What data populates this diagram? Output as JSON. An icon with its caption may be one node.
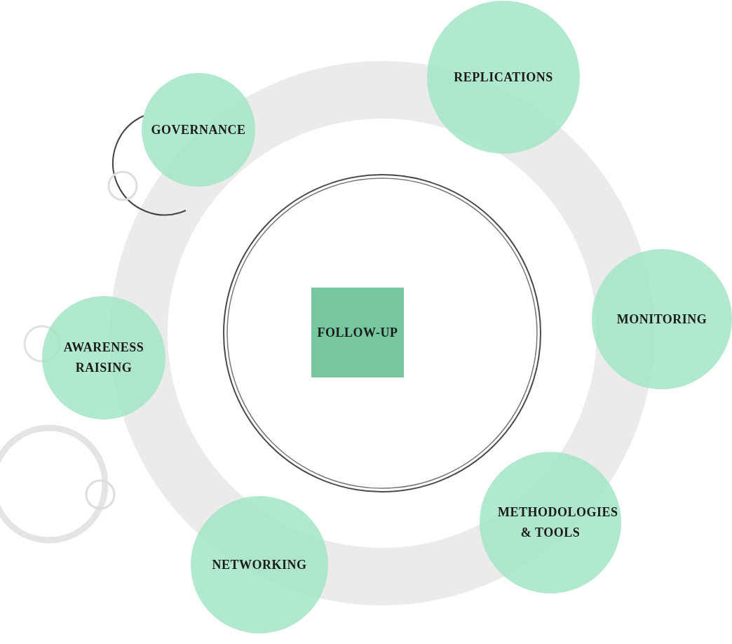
{
  "diagram": {
    "nodes": [
      {
        "text": [
          "GOVERNANCE"
        ]
      },
      {
        "text": [
          "REPLICATIONS"
        ]
      },
      {
        "text": [
          "MONITORING"
        ]
      },
      {
        "text": [
          "AWARENESS RAISING"
        ]
      },
      {
        "text": [
          "FOLLOW-UP"
        ]
      },
      {
        "text": [
          "METHODOLOGIES & TOOLS"
        ]
      },
      {
        "text": [
          "NETWORKING"
        ]
      }
    ]
  }
}
